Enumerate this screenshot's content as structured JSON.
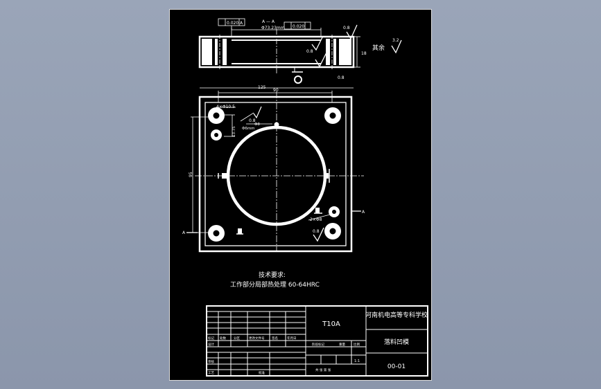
{
  "drawing": {
    "section_label": "A — A",
    "tol_flat": "0.020",
    "tol_par": "0.020",
    "datum": "A",
    "dia_label": "Φ73.23mm",
    "rough_08a": "0.8",
    "rough_08b": "0.8",
    "rough_08c": "0.8",
    "rough_08d": "0.8",
    "rough_08e": "0.8",
    "rough_32": "3.2",
    "height_dim": "18",
    "other_label": "其余",
    "width_dim": "125",
    "inner_dim": "90",
    "left_dim": "95",
    "hole_label1": "4×Φ10.5",
    "hole_label2": "Φ8",
    "hole_label3": "Φ6mm",
    "hole_dim": "13.75",
    "pin_label": "2×Φ8",
    "section_a_left": "A",
    "section_a_right": "A"
  },
  "notes": {
    "title": "技术要求:",
    "line1": "工作部分局部热处理 60-64HRC"
  },
  "title_block": {
    "material": "T10A",
    "school": "河南机电高等专科学校",
    "part_name": "落料凹模",
    "drawing_no": "00-01",
    "c_mark": "标记",
    "c_count": "处数",
    "c_zone": "分区",
    "c_file": "更改文件号",
    "c_sign": "签名",
    "c_date": "年月日",
    "stage": "阶段标记",
    "weight": "重量",
    "scale": "比例",
    "scale_val": "1:1",
    "design": "设计",
    "check": "审核",
    "process": "工艺",
    "approve": "批准",
    "sheets": "共 张 第 张"
  }
}
